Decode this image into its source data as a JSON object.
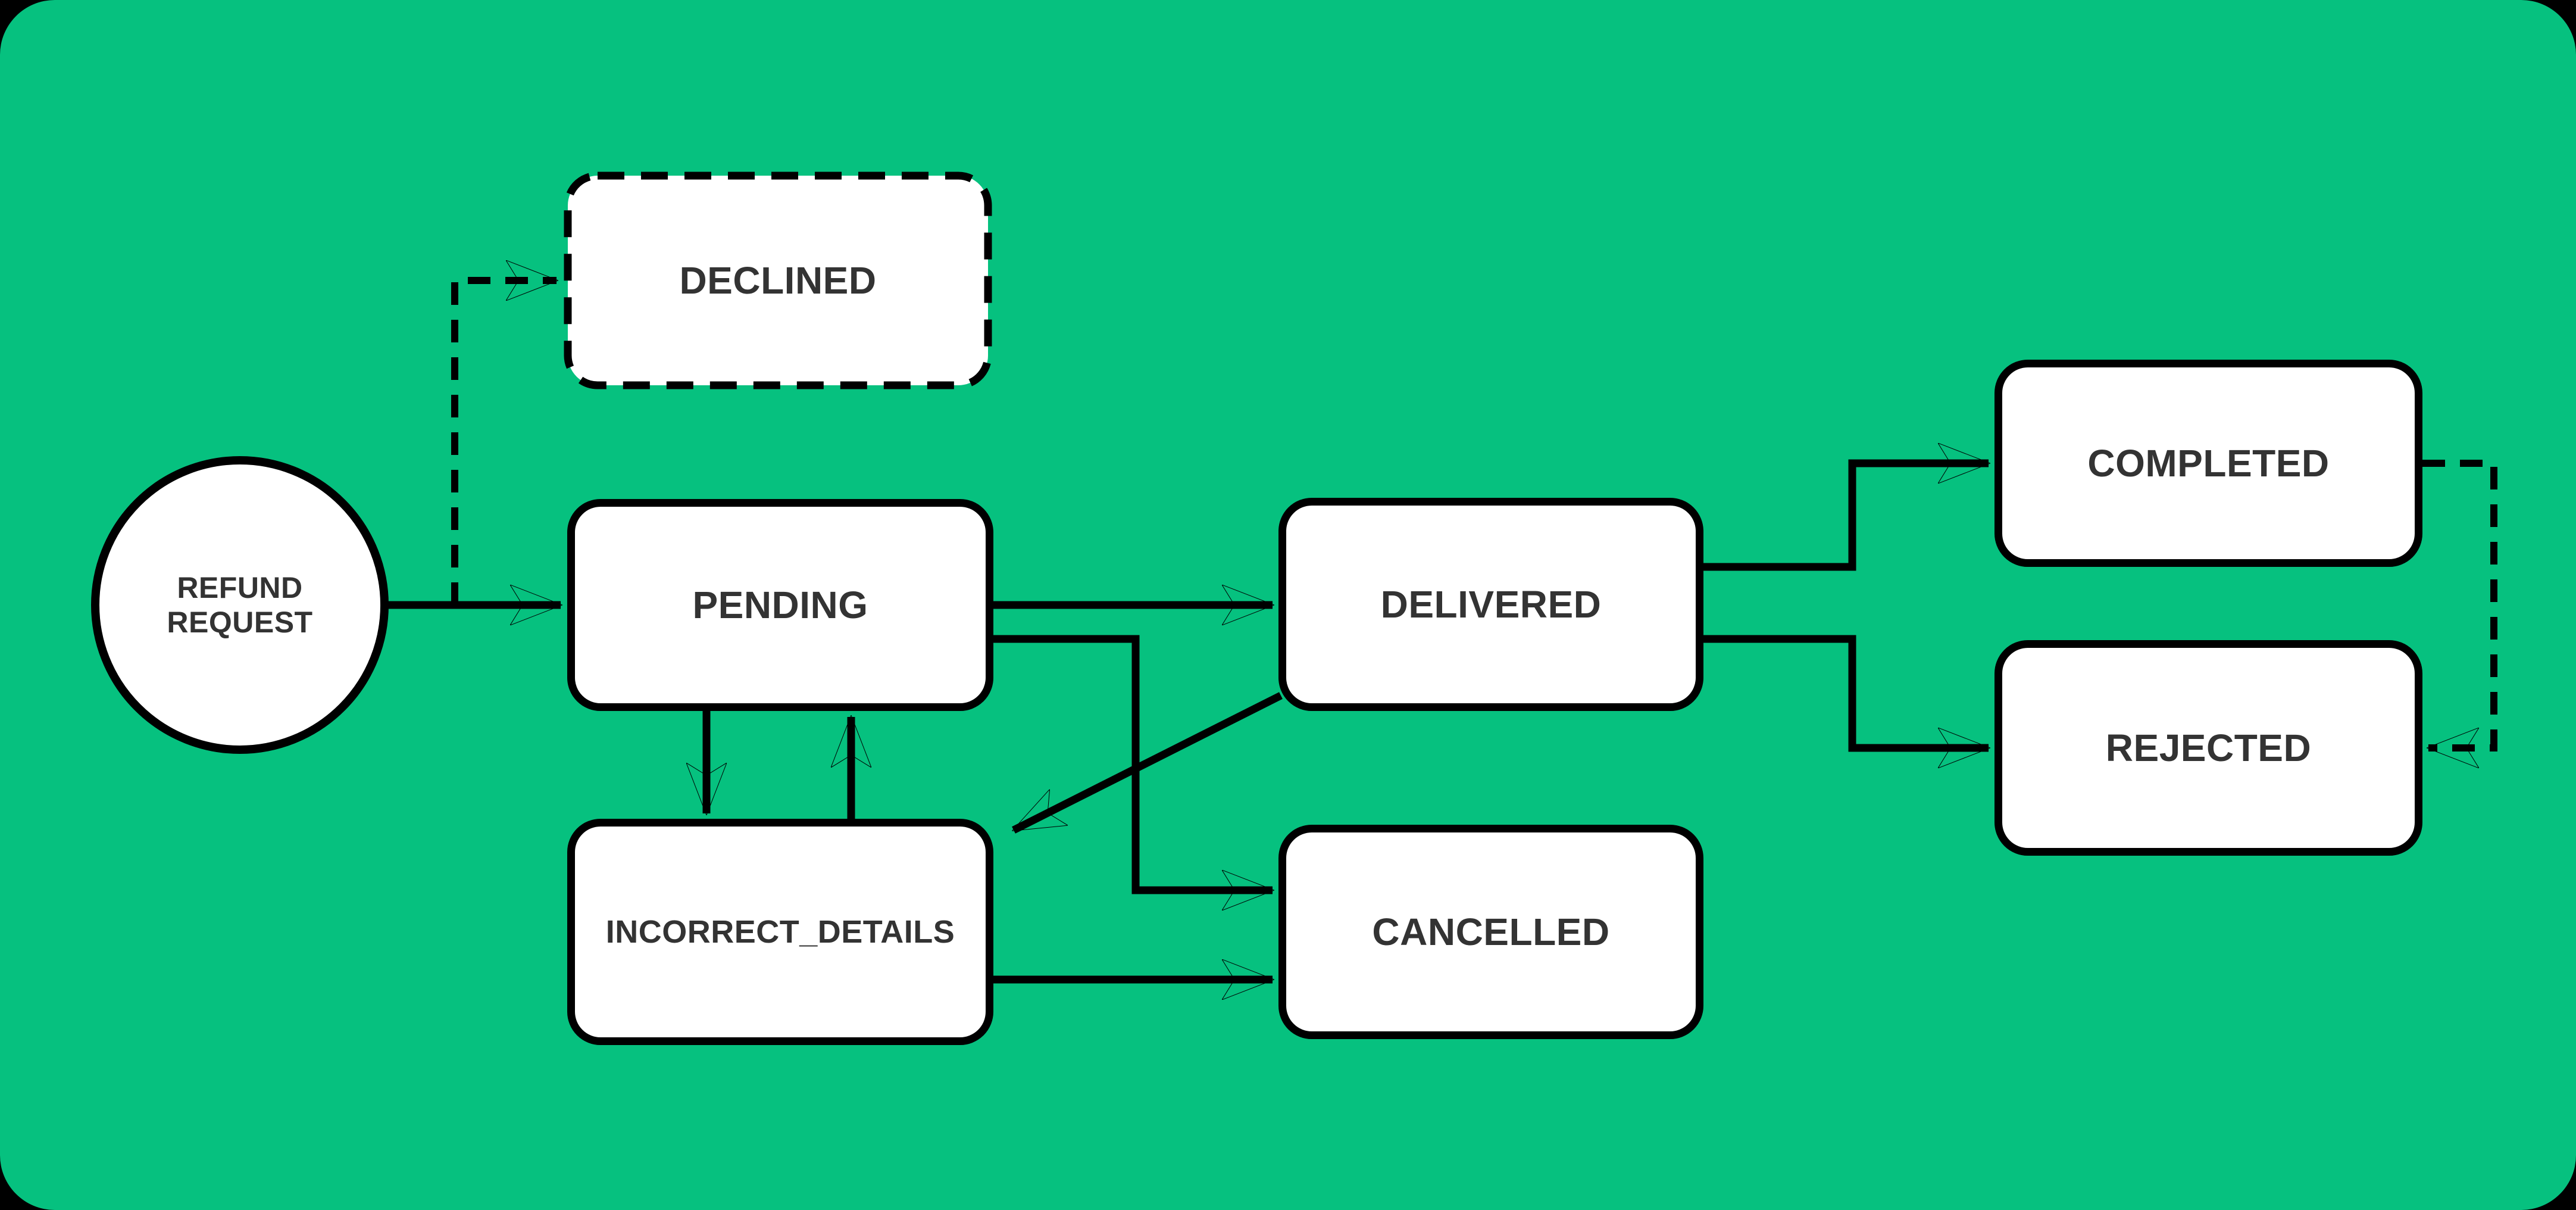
{
  "colors": {
    "page_background": "#000000",
    "panel_background": "#06c17f",
    "node_fill": "#ffffff",
    "line_color": "#000000",
    "label_color": "#333333"
  },
  "diagram": {
    "type": "state-flow-diagram",
    "nodes": [
      {
        "id": "refund-request",
        "label": "REFUND REQUEST",
        "shape": "circle",
        "border": "solid"
      },
      {
        "id": "declined",
        "label": "DECLINED",
        "shape": "rounded-rect",
        "border": "dashed"
      },
      {
        "id": "pending",
        "label": "PENDING",
        "shape": "rounded-rect",
        "border": "solid"
      },
      {
        "id": "delivered",
        "label": "DELIVERED",
        "shape": "rounded-rect",
        "border": "solid"
      },
      {
        "id": "completed",
        "label": "COMPLETED",
        "shape": "rounded-rect",
        "border": "solid"
      },
      {
        "id": "rejected",
        "label": "REJECTED",
        "shape": "rounded-rect",
        "border": "solid"
      },
      {
        "id": "incorrect-details",
        "label": "INCORRECT_DETAILS",
        "shape": "rounded-rect",
        "border": "solid"
      },
      {
        "id": "cancelled",
        "label": "CANCELLED",
        "shape": "rounded-rect",
        "border": "solid"
      }
    ],
    "edges": [
      {
        "from": "refund-request",
        "to": "pending",
        "style": "solid"
      },
      {
        "from": "refund-request",
        "to": "declined",
        "style": "dashed"
      },
      {
        "from": "pending",
        "to": "delivered",
        "style": "solid"
      },
      {
        "from": "pending",
        "to": "incorrect-details",
        "style": "solid"
      },
      {
        "from": "incorrect-details",
        "to": "pending",
        "style": "solid"
      },
      {
        "from": "pending",
        "to": "cancelled",
        "style": "solid"
      },
      {
        "from": "delivered",
        "to": "incorrect-details",
        "style": "solid"
      },
      {
        "from": "incorrect-details",
        "to": "cancelled",
        "style": "solid"
      },
      {
        "from": "delivered",
        "to": "completed",
        "style": "solid"
      },
      {
        "from": "delivered",
        "to": "rejected",
        "style": "solid"
      },
      {
        "from": "completed",
        "to": "rejected",
        "style": "dashed"
      }
    ]
  }
}
